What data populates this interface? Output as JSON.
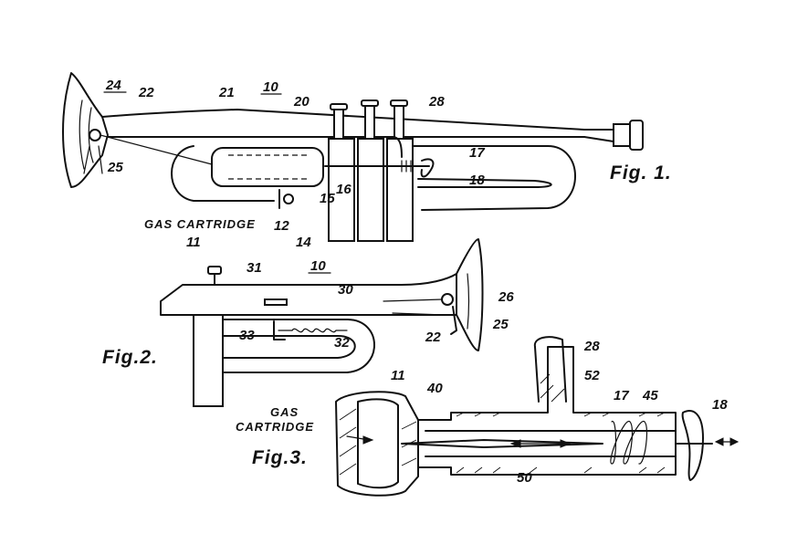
{
  "figures": {
    "fig1": {
      "caption": "Fig. 1.",
      "refs": [
        "24",
        "22",
        "21",
        "10",
        "20",
        "28",
        "17",
        "18",
        "16",
        "15",
        "25",
        "12",
        "14"
      ],
      "gas_label": "GAS CARTRIDGE",
      "gas_ref": "11"
    },
    "fig2": {
      "caption": "Fig.2.",
      "refs": [
        "31",
        "10",
        "30",
        "26",
        "25",
        "22",
        "33",
        "32"
      ]
    },
    "fig3": {
      "caption": "Fig.3.",
      "refs": [
        "11",
        "40",
        "28",
        "52",
        "17",
        "45",
        "18",
        "50"
      ],
      "gas_label_line1": "GAS",
      "gas_label_line2": "CARTRIDGE"
    }
  }
}
